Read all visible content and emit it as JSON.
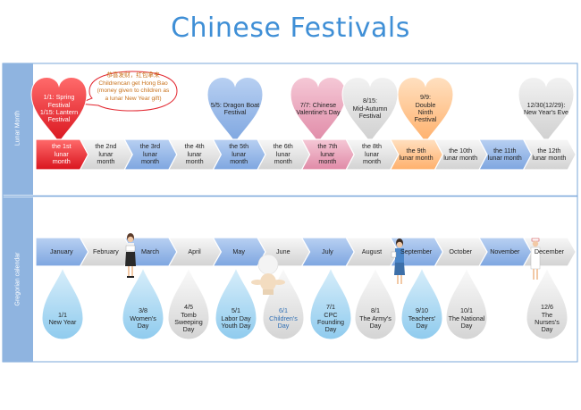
{
  "title": "Chinese Festivals",
  "callout": {
    "line1": "恭喜发财，红包拿来",
    "line2": "Childrencan get Hong Bao",
    "line3": "(money given to children as",
    "line4": "a lunar New Year gift)"
  },
  "lunar": {
    "section_label": "Lunar Month",
    "months": [
      [
        "the 1st",
        "lunar",
        "month"
      ],
      [
        "the 2nd",
        "lunar",
        "month"
      ],
      [
        "the 3rd",
        "lunar",
        "month"
      ],
      [
        "the 4th",
        "lunar",
        "month"
      ],
      [
        "the 5th",
        "lunar",
        "month"
      ],
      [
        "the 6th",
        "lunar",
        "month"
      ],
      [
        "the 7th",
        "lunar",
        "month"
      ],
      [
        "the 8th",
        "lunar",
        "month"
      ],
      [
        "the 9th",
        "lunar month"
      ],
      [
        "the 10th",
        "lunar month"
      ],
      [
        "the 11th",
        "lunar month"
      ],
      [
        "the 12th",
        "lunar month"
      ]
    ],
    "festivals": [
      {
        "lines": [
          "1/1: Spring",
          "Festival",
          "1/15: Lantern",
          "Festival"
        ],
        "color": "#e2262f"
      },
      {
        "lines": [
          "5/5: Dragon Boat",
          "Festival"
        ],
        "color": "#8fb3e6"
      },
      {
        "lines": [
          "7/7: Chinese",
          "Valentine's Day"
        ],
        "color": "#eaa6bd"
      },
      {
        "lines": [
          "8/15:",
          "Mid-Autumn",
          "Festival"
        ],
        "color": "#d6d6d6"
      },
      {
        "lines": [
          "9/9:",
          "Double",
          "Ninth",
          "Festival"
        ],
        "color": "#ffc48a"
      },
      {
        "lines": [
          "12/30(12/29):",
          "New Year's Eve"
        ],
        "color": "#d6d6d6"
      }
    ]
  },
  "gregorian": {
    "section_label": "Gregorian calendar",
    "months": [
      "January",
      "February",
      "March",
      "April",
      "May",
      "June",
      "July",
      "August",
      "September",
      "October",
      "November",
      "December"
    ],
    "holidays": [
      {
        "lines": [
          "1/1",
          "New Year"
        ],
        "color": "#9fd3ef"
      },
      {
        "lines": [
          "3/8",
          "Women's",
          "Day"
        ],
        "color": "#9fd3ef"
      },
      {
        "lines": [
          "4/5",
          "Tomb",
          "Sweeping",
          "Day"
        ],
        "color": "#dedede"
      },
      {
        "lines": [
          "5/1",
          "Labor Day",
          "Youth Day"
        ],
        "color": "#9fd3ef"
      },
      {
        "lines": [
          "6/1",
          "Children's",
          "Day"
        ],
        "color": "#dedede"
      },
      {
        "lines": [
          "7/1",
          "CPC",
          "Founding",
          "Day"
        ],
        "color": "#9fd3ef"
      },
      {
        "lines": [
          "8/1",
          "The Army's",
          "Day"
        ],
        "color": "#dedede"
      },
      {
        "lines": [
          "9/10",
          "Teachers'",
          "Day"
        ],
        "color": "#9fd3ef"
      },
      {
        "lines": [
          "10/1",
          "The National",
          "Day"
        ],
        "color": "#dedede"
      },
      {
        "lines": [
          "12/6",
          "The",
          "Nurses's",
          "Day"
        ],
        "color": "#dedede"
      }
    ]
  },
  "colors": {
    "accent_blue": "#3f8fd6",
    "frame": "#7aa7da",
    "sidebar": "#8fb4e0",
    "red": "#e2262f",
    "blue": "#8fb3e6",
    "pink": "#eaa6bd",
    "orange": "#ffc48a",
    "gray": "#d6d6d6"
  }
}
